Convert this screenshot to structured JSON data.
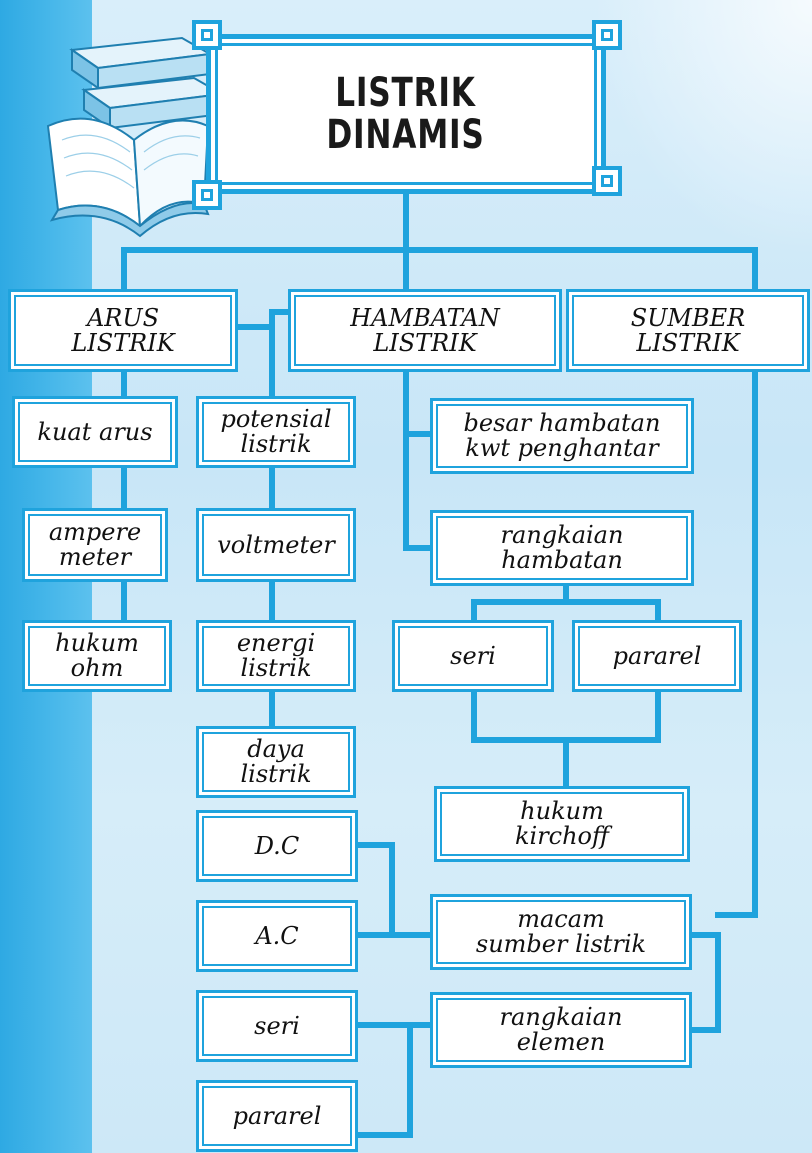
{
  "title": "LISTRIK\nDINAMIS",
  "categories": {
    "arus": "ARUS\nLISTRIK",
    "hambatan": "HAMBATAN\nLISTRIK",
    "sumber": "SUMBER\nLISTRIK"
  },
  "nodes": {
    "kuat_arus": "kuat arus",
    "ampere_meter": "ampere\nmeter",
    "hukum_ohm": "hukum\nohm",
    "potensial_listrik": "potensial\nlistrik",
    "voltmeter": "voltmeter",
    "energi_listrik": "energi\nlistrik",
    "daya_listrik": "daya\nlistrik",
    "dc": "D.C",
    "ac": "A.C",
    "seri_left": "seri",
    "pararel_left": "pararel",
    "besar_hambatan": "besar hambatan\nkwt penghantar",
    "rangkaian_hambatan": "rangkaian\nhambatan",
    "seri_right": "seri",
    "pararel_right": "pararel",
    "hukum_kirchoff": "hukum\nkirchoff",
    "macam_sumber": "macam\nsumber listrik",
    "rangkaian_elemen": "rangkaian\nelemen"
  },
  "colors": {
    "line": "#1fa3dd",
    "left_band": "#2ea9e3",
    "background": "#d3ecf9"
  },
  "icons": [
    "books-icon"
  ]
}
